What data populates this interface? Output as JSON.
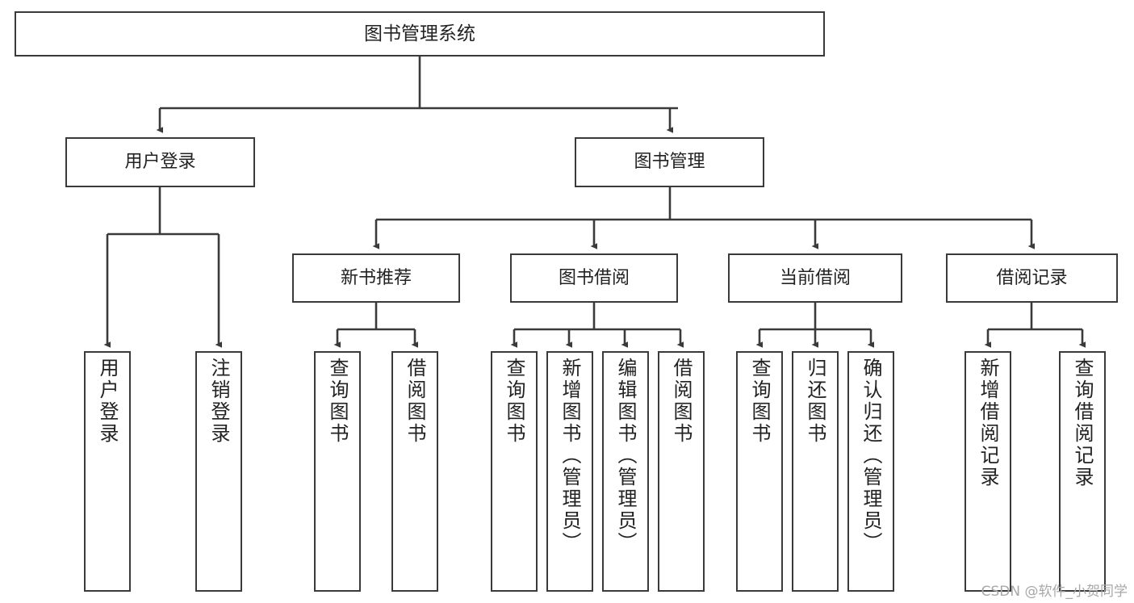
{
  "diagram": {
    "title": "图书管理系统",
    "type": "tree-hierarchy",
    "watermark": "CSDN @软件_小贺同学",
    "colors": {
      "background": "#ffffff",
      "box_border": "#3a3a3a",
      "connector": "#3a3a3a",
      "text": "#222222",
      "watermark": "#a8a8a8"
    },
    "root": {
      "label": "图书管理系统"
    },
    "level2": [
      {
        "id": "user-login",
        "label": "用户登录"
      },
      {
        "id": "book-management",
        "label": "图书管理"
      }
    ],
    "level3": [
      {
        "id": "new-book-recommend",
        "label": "新书推荐"
      },
      {
        "id": "book-borrow",
        "label": "图书借阅"
      },
      {
        "id": "current-borrow",
        "label": "当前借阅"
      },
      {
        "id": "borrow-record",
        "label": "借阅记录"
      }
    ],
    "leaves": {
      "user_login": [
        {
          "id": "leaf-user-login",
          "label": "用户登录"
        },
        {
          "id": "leaf-user-logout",
          "label": "注销登录"
        }
      ],
      "new_book_recommend": [
        {
          "id": "leaf-query-book-1",
          "label": "查询图书"
        },
        {
          "id": "leaf-borrow-book-1",
          "label": "借阅图书"
        }
      ],
      "book_borrow": [
        {
          "id": "leaf-query-book-2",
          "label": "查询图书"
        },
        {
          "id": "leaf-add-book",
          "label": "新增图书（管理员）"
        },
        {
          "id": "leaf-edit-book",
          "label": "编辑图书（管理员）"
        },
        {
          "id": "leaf-borrow-book-2",
          "label": "借阅图书"
        }
      ],
      "current_borrow": [
        {
          "id": "leaf-query-book-3",
          "label": "查询图书"
        },
        {
          "id": "leaf-return-book",
          "label": "归还图书"
        },
        {
          "id": "leaf-confirm-return",
          "label": "确认归还（管理员）"
        }
      ],
      "borrow_record": [
        {
          "id": "leaf-add-record",
          "label": "新增借阅记录"
        },
        {
          "id": "leaf-query-record",
          "label": "查询借阅记录"
        }
      ]
    }
  }
}
